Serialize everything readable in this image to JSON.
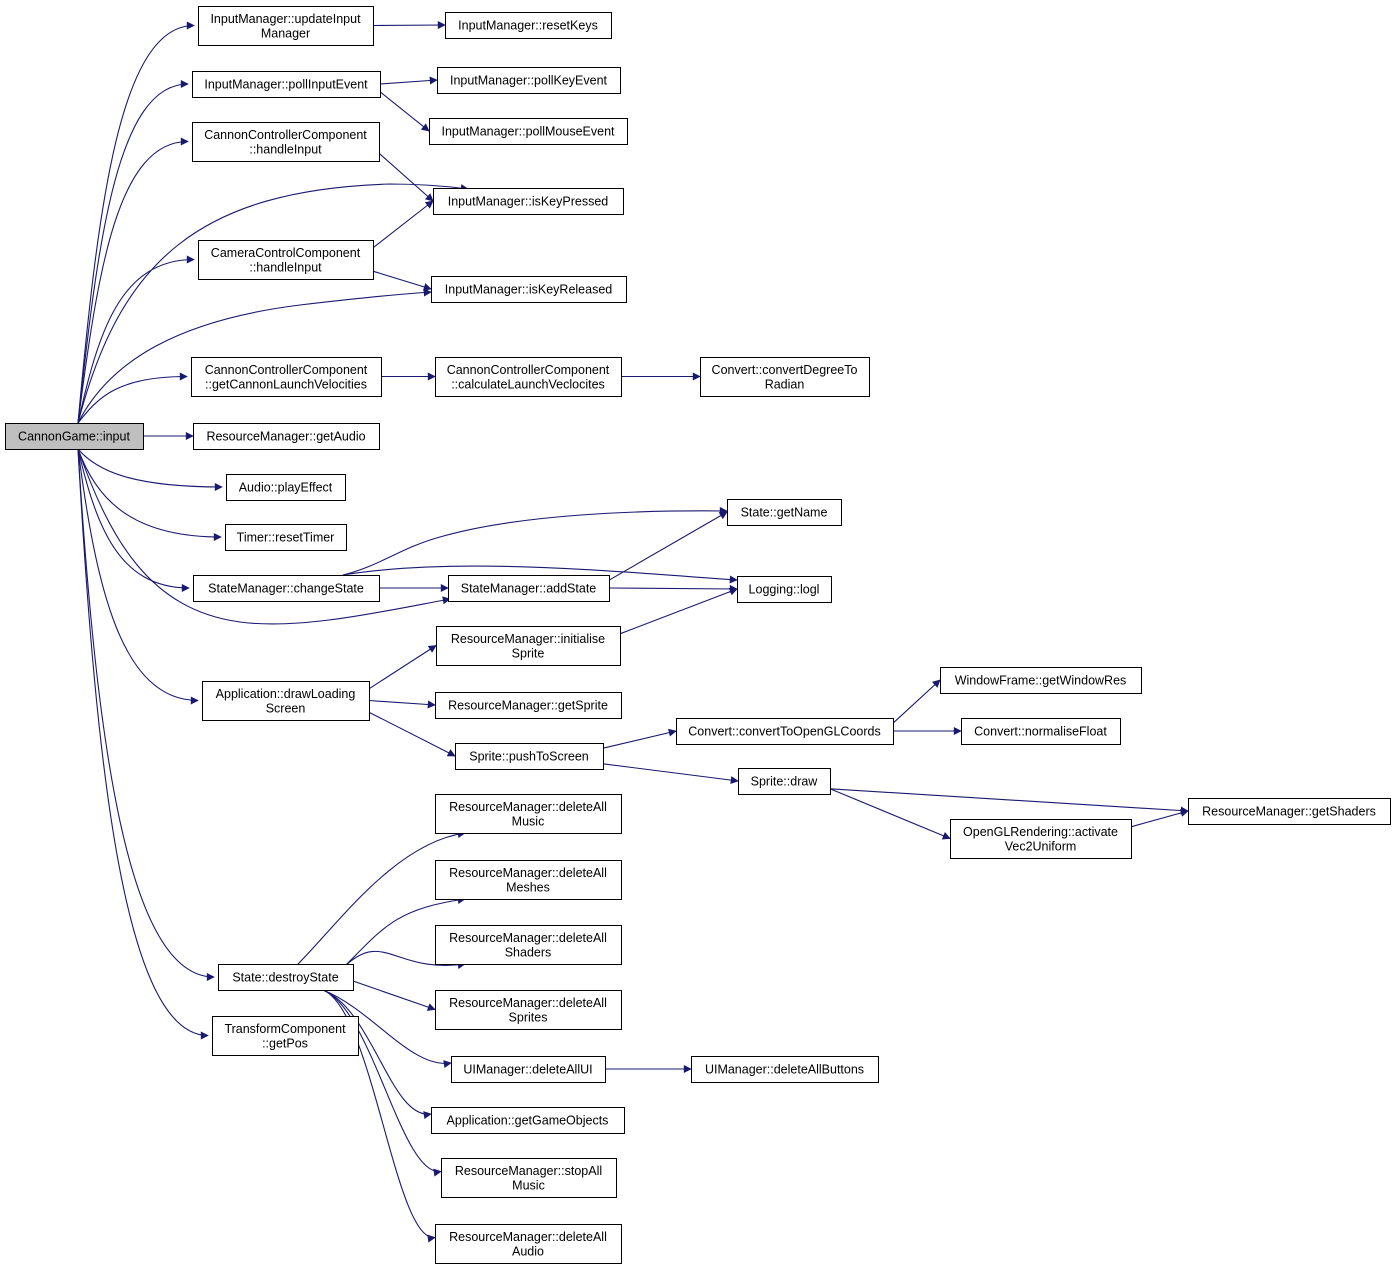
{
  "graph": {
    "nodes": [
      {
        "id": "root",
        "lines": [
          "CannonGame::input"
        ],
        "root": true
      },
      {
        "id": "n1",
        "lines": [
          "InputManager::updateInput",
          "Manager"
        ]
      },
      {
        "id": "n2",
        "lines": [
          "InputManager::resetKeys"
        ]
      },
      {
        "id": "n3",
        "lines": [
          "InputManager::pollInputEvent"
        ]
      },
      {
        "id": "n4",
        "lines": [
          "InputManager::pollKeyEvent"
        ]
      },
      {
        "id": "n5",
        "lines": [
          "InputManager::pollMouseEvent"
        ]
      },
      {
        "id": "n6",
        "lines": [
          "CannonControllerComponent",
          "::handleInput"
        ]
      },
      {
        "id": "n7",
        "lines": [
          "InputManager::isKeyPressed"
        ]
      },
      {
        "id": "n8",
        "lines": [
          "CameraControlComponent",
          "::handleInput"
        ]
      },
      {
        "id": "n9",
        "lines": [
          "InputManager::isKeyReleased"
        ]
      },
      {
        "id": "n10",
        "lines": [
          "CannonControllerComponent",
          "::getCannonLaunchVelocities"
        ]
      },
      {
        "id": "n11",
        "lines": [
          "CannonControllerComponent",
          "::calculateLaunchVeclocites"
        ]
      },
      {
        "id": "n12",
        "lines": [
          "Convert::convertDegreeTo",
          "Radian"
        ]
      },
      {
        "id": "n13",
        "lines": [
          "ResourceManager::getAudio"
        ]
      },
      {
        "id": "n14",
        "lines": [
          "Audio::playEffect"
        ]
      },
      {
        "id": "n15",
        "lines": [
          "Timer::resetTimer"
        ]
      },
      {
        "id": "n16",
        "lines": [
          "State::getName"
        ]
      },
      {
        "id": "n17",
        "lines": [
          "StateManager::changeState"
        ]
      },
      {
        "id": "n18",
        "lines": [
          "StateManager::addState"
        ]
      },
      {
        "id": "n19",
        "lines": [
          "Logging::logl"
        ]
      },
      {
        "id": "n20",
        "lines": [
          "ResourceManager::initialise",
          "Sprite"
        ]
      },
      {
        "id": "n21",
        "lines": [
          "Application::drawLoading",
          "Screen"
        ]
      },
      {
        "id": "n22",
        "lines": [
          "ResourceManager::getSprite"
        ]
      },
      {
        "id": "n23",
        "lines": [
          "WindowFrame::getWindowRes"
        ]
      },
      {
        "id": "n24",
        "lines": [
          "Convert::convertToOpenGLCoords"
        ]
      },
      {
        "id": "n25",
        "lines": [
          "Convert::normaliseFloat"
        ]
      },
      {
        "id": "n26",
        "lines": [
          "Sprite::pushToScreen"
        ]
      },
      {
        "id": "n27",
        "lines": [
          "Sprite::draw"
        ]
      },
      {
        "id": "n28",
        "lines": [
          "ResourceManager::getShaders"
        ]
      },
      {
        "id": "n29",
        "lines": [
          "OpenGLRendering::activate",
          "Vec2Uniform"
        ]
      },
      {
        "id": "n30",
        "lines": [
          "ResourceManager::deleteAll",
          "Music"
        ]
      },
      {
        "id": "n31",
        "lines": [
          "ResourceManager::deleteAll",
          "Meshes"
        ]
      },
      {
        "id": "n32",
        "lines": [
          "ResourceManager::deleteAll",
          "Shaders"
        ]
      },
      {
        "id": "n33",
        "lines": [
          "State::destroyState"
        ]
      },
      {
        "id": "n34",
        "lines": [
          "ResourceManager::deleteAll",
          "Sprites"
        ]
      },
      {
        "id": "n35",
        "lines": [
          "TransformComponent",
          "::getPos"
        ]
      },
      {
        "id": "n36",
        "lines": [
          "UIManager::deleteAllUI"
        ]
      },
      {
        "id": "n37",
        "lines": [
          "UIManager::deleteAllButtons"
        ]
      },
      {
        "id": "n38",
        "lines": [
          "Application::getGameObjects"
        ]
      },
      {
        "id": "n39",
        "lines": [
          "ResourceManager::stopAll",
          "Music"
        ]
      },
      {
        "id": "n40",
        "lines": [
          "ResourceManager::deleteAll",
          "Audio"
        ]
      }
    ],
    "edges": [
      {
        "from": "root",
        "to": "n1"
      },
      {
        "from": "root",
        "to": "n3"
      },
      {
        "from": "root",
        "to": "n6"
      },
      {
        "from": "root",
        "to": "n7"
      },
      {
        "from": "root",
        "to": "n8"
      },
      {
        "from": "root",
        "to": "n9"
      },
      {
        "from": "root",
        "to": "n10"
      },
      {
        "from": "root",
        "to": "n13"
      },
      {
        "from": "root",
        "to": "n14"
      },
      {
        "from": "root",
        "to": "n15"
      },
      {
        "from": "root",
        "to": "n17"
      },
      {
        "from": "root",
        "to": "n18"
      },
      {
        "from": "root",
        "to": "n21"
      },
      {
        "from": "root",
        "to": "n33"
      },
      {
        "from": "root",
        "to": "n35"
      },
      {
        "from": "n1",
        "to": "n2"
      },
      {
        "from": "n3",
        "to": "n4"
      },
      {
        "from": "n3",
        "to": "n5"
      },
      {
        "from": "n6",
        "to": "n7"
      },
      {
        "from": "n8",
        "to": "n7"
      },
      {
        "from": "n8",
        "to": "n9"
      },
      {
        "from": "n10",
        "to": "n11"
      },
      {
        "from": "n11",
        "to": "n12"
      },
      {
        "from": "n17",
        "to": "n16"
      },
      {
        "from": "n17",
        "to": "n18"
      },
      {
        "from": "n17",
        "to": "n19"
      },
      {
        "from": "n18",
        "to": "n16"
      },
      {
        "from": "n18",
        "to": "n19"
      },
      {
        "from": "n20",
        "to": "n19"
      },
      {
        "from": "n21",
        "to": "n20"
      },
      {
        "from": "n21",
        "to": "n22"
      },
      {
        "from": "n21",
        "to": "n26"
      },
      {
        "from": "n26",
        "to": "n24"
      },
      {
        "from": "n26",
        "to": "n27"
      },
      {
        "from": "n24",
        "to": "n23"
      },
      {
        "from": "n24",
        "to": "n25"
      },
      {
        "from": "n27",
        "to": "n28"
      },
      {
        "from": "n27",
        "to": "n29"
      },
      {
        "from": "n29",
        "to": "n28"
      },
      {
        "from": "n33",
        "to": "n30"
      },
      {
        "from": "n33",
        "to": "n31"
      },
      {
        "from": "n33",
        "to": "n32"
      },
      {
        "from": "n33",
        "to": "n34"
      },
      {
        "from": "n33",
        "to": "n36"
      },
      {
        "from": "n33",
        "to": "n38"
      },
      {
        "from": "n33",
        "to": "n39"
      },
      {
        "from": "n33",
        "to": "n40"
      },
      {
        "from": "n36",
        "to": "n37"
      }
    ]
  }
}
